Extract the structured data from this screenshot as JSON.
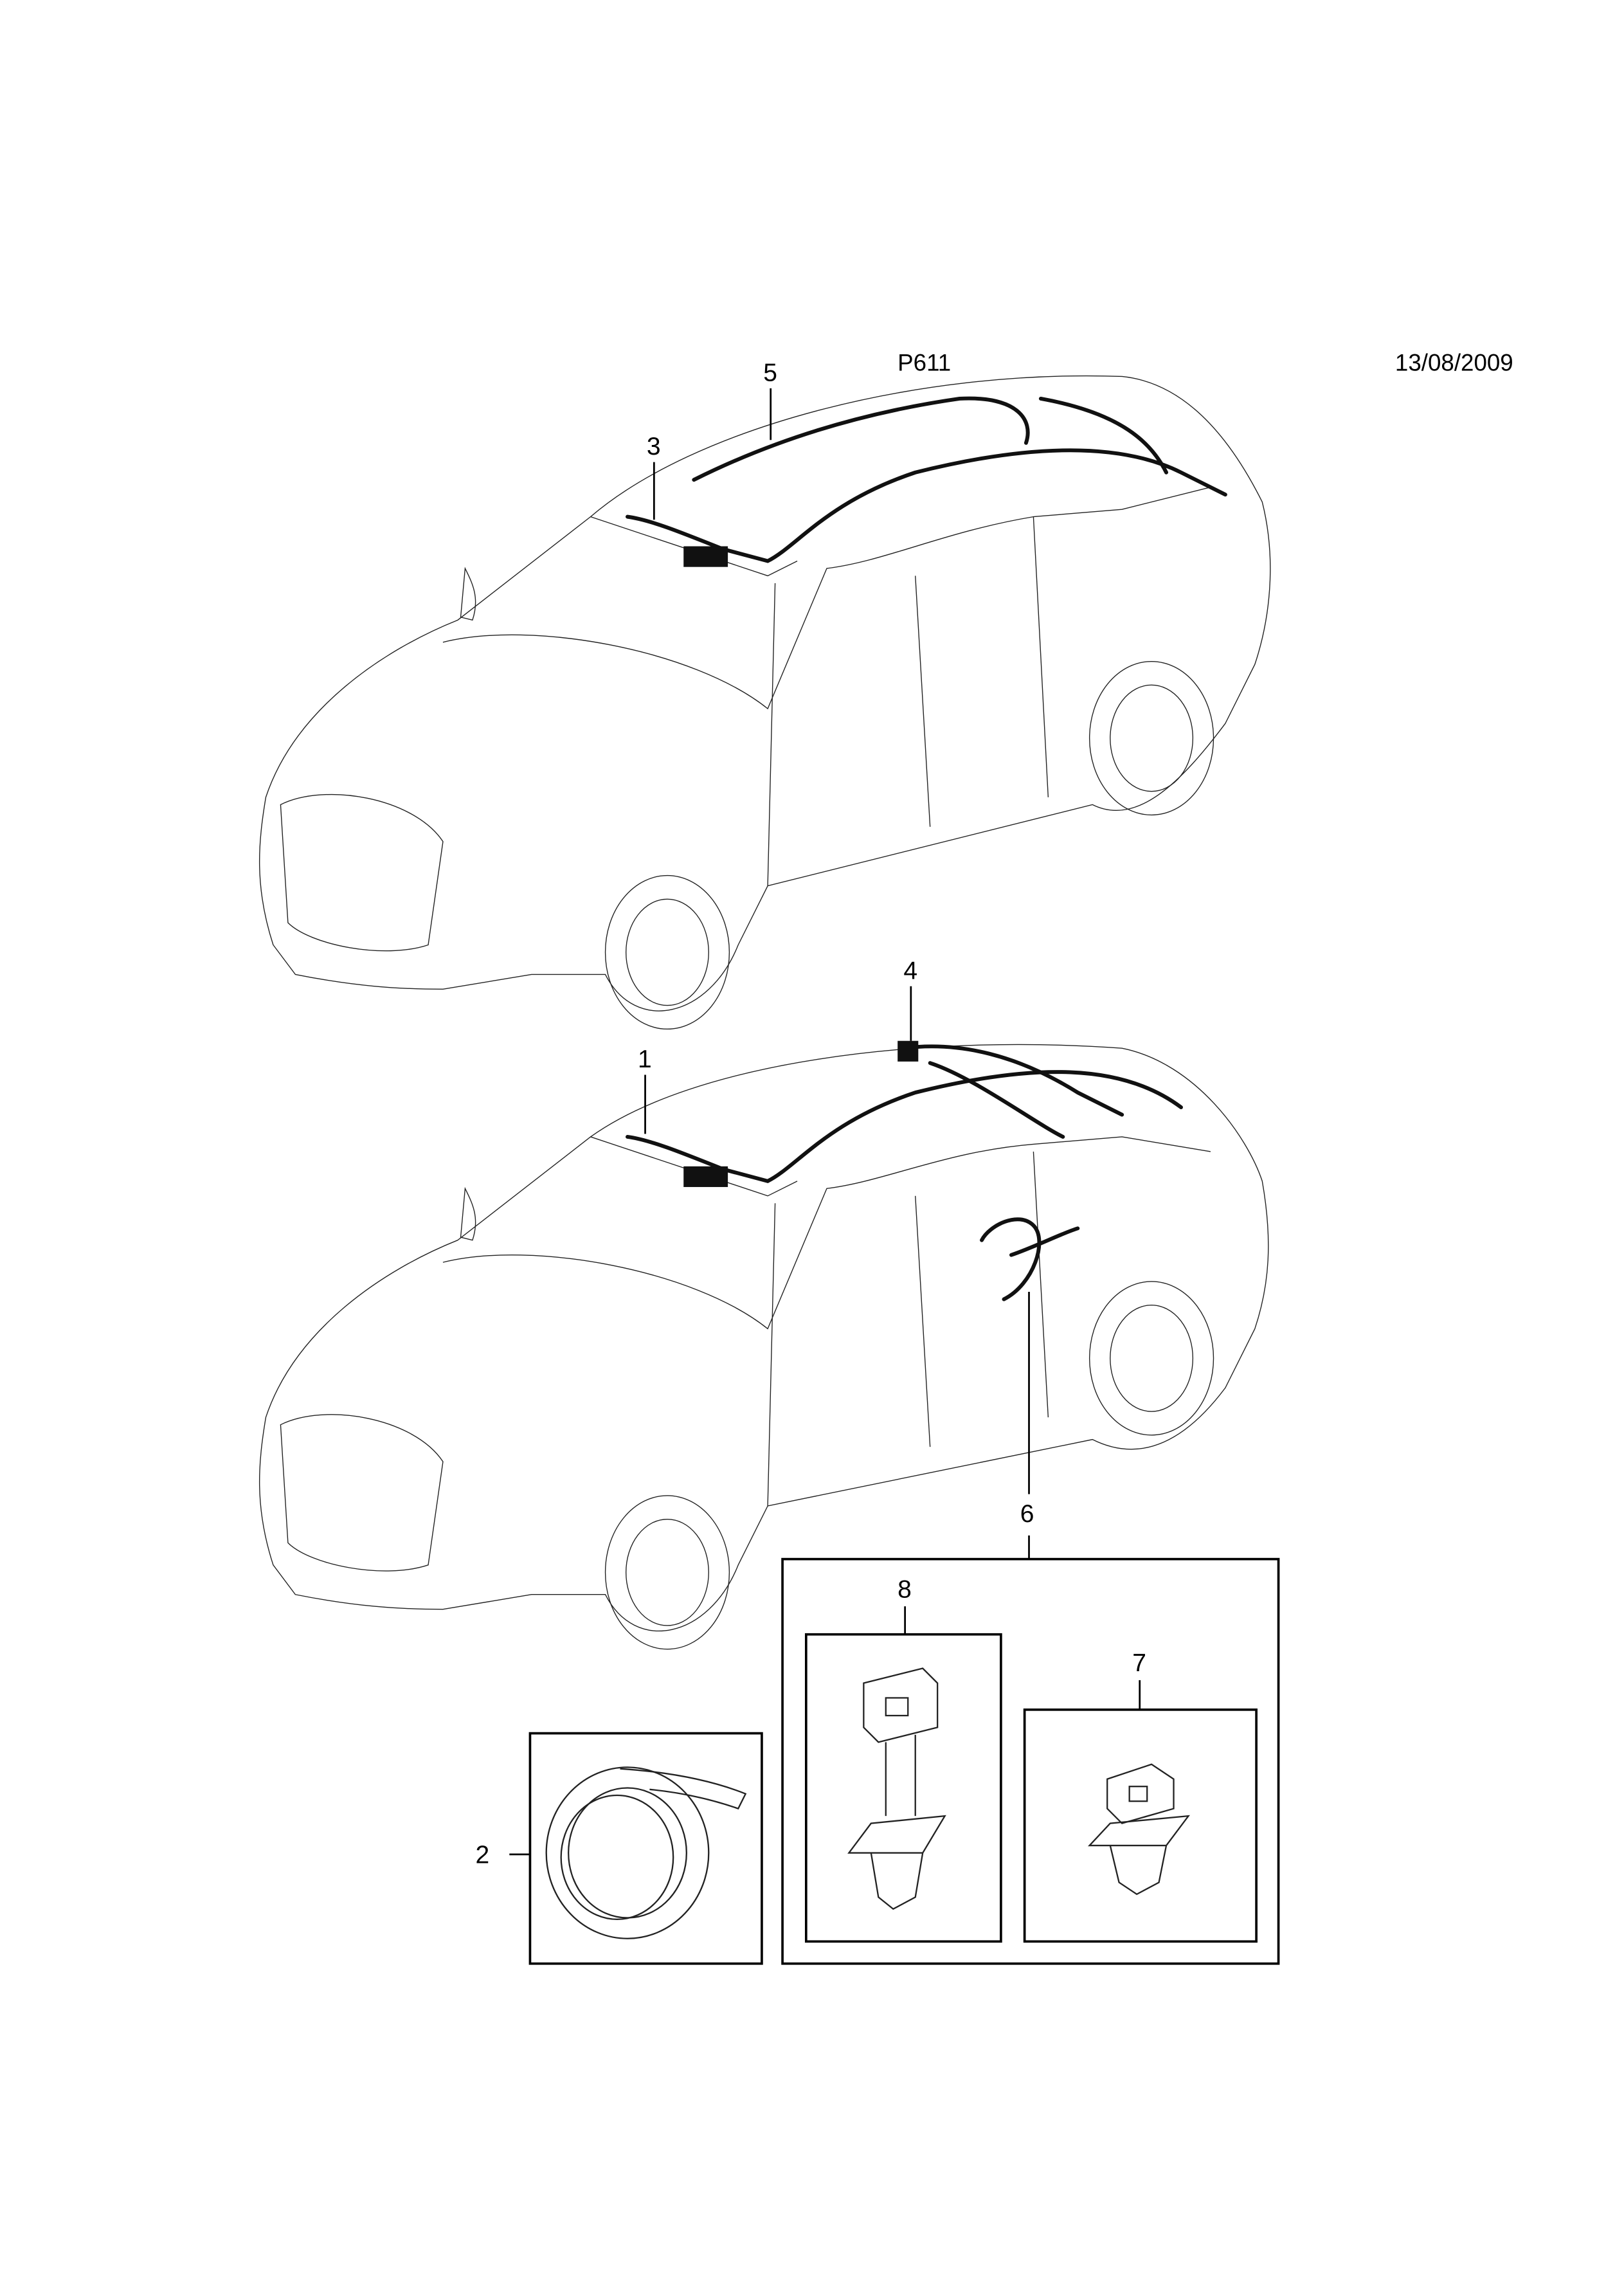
{
  "header": {
    "page_code": "P611",
    "date": "13/08/2009"
  },
  "callouts": {
    "c1": "1",
    "c2": "2",
    "c3": "3",
    "c4": "4",
    "c5": "5",
    "c6": "6",
    "c7": "7",
    "c8": "8"
  }
}
